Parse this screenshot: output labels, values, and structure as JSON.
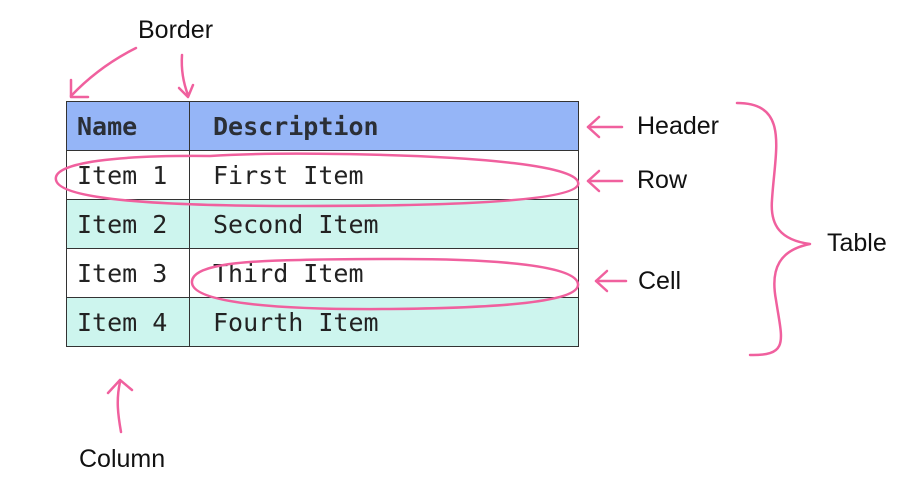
{
  "annotations": {
    "border": "Border",
    "header": "Header",
    "row": "Row",
    "cell": "Cell",
    "table": "Table",
    "column": "Column"
  },
  "table": {
    "columns": [
      "Name",
      "Description"
    ],
    "rows": [
      [
        "Item 1",
        "First Item"
      ],
      [
        "Item 2",
        "Second Item"
      ],
      [
        "Item 3",
        "Third Item"
      ],
      [
        "Item 4",
        "Fourth Item"
      ]
    ]
  },
  "colors": {
    "header_bg": "#95b5f7",
    "row_alt_bg": "#cdf5ee",
    "annotation_stroke": "#f0609e"
  }
}
